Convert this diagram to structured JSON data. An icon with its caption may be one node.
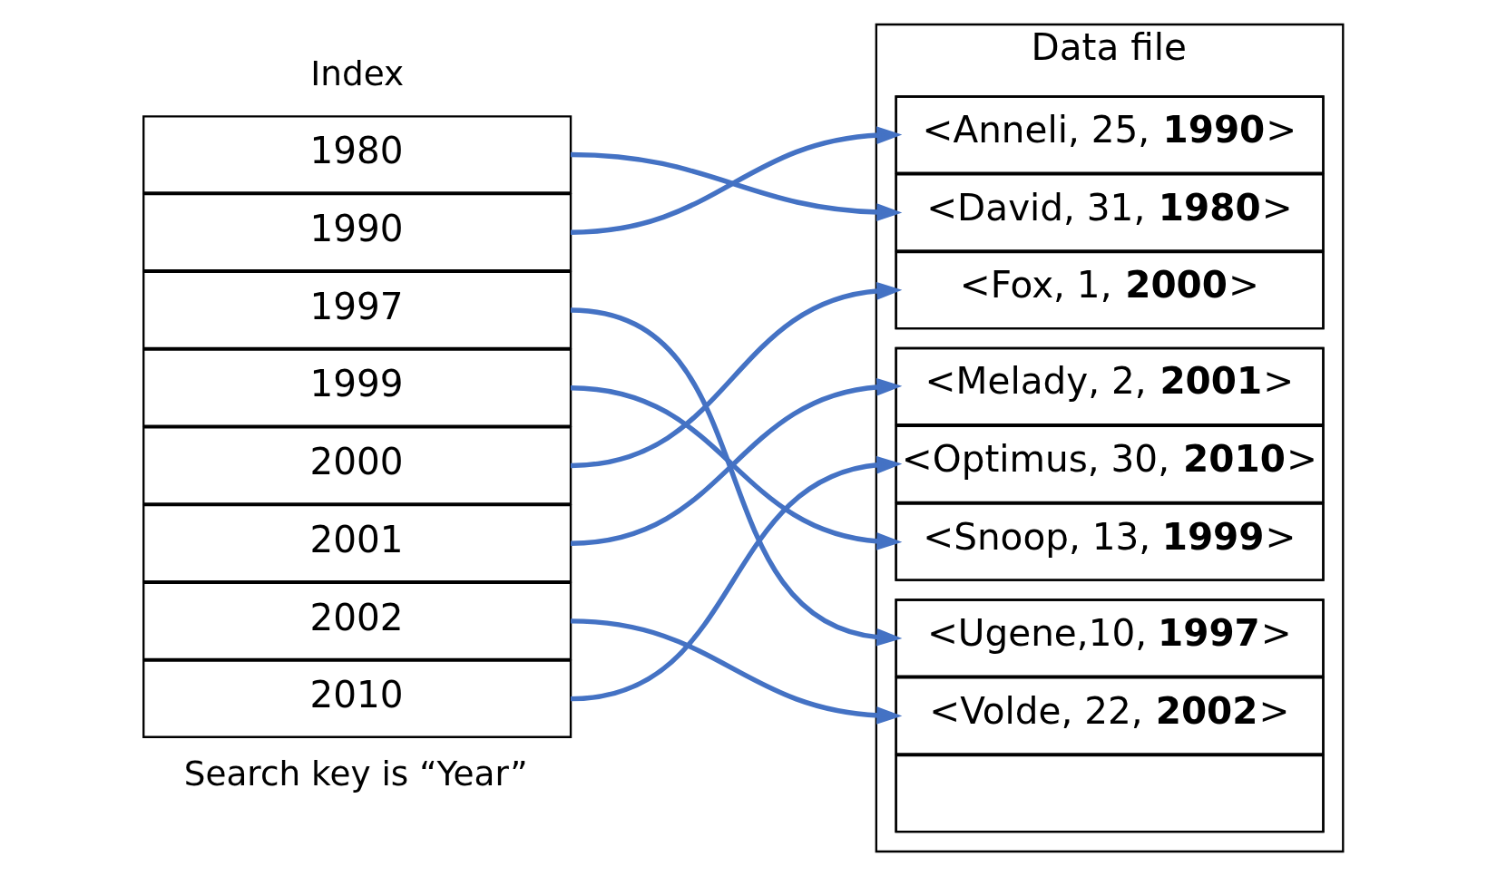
{
  "diagram": {
    "nodes": [
      {
        "text": [
          "1980"
        ]
      },
      {
        "text": [
          "1990"
        ]
      },
      {
        "text": [
          "1997"
        ]
      },
      {
        "text": [
          "1999"
        ]
      },
      {
        "text": [
          "2000"
        ]
      },
      {
        "text": [
          "2001"
        ]
      },
      {
        "text": [
          "2002"
        ]
      },
      {
        "text": [
          "2010"
        ]
      },
      {
        "text": [
          "Data file"
        ]
      },
      {
        "text": [],
        "shape": "box",
        "in": 8
      },
      {
        "text": [
          "<Anneli, 25, **1990**>"
        ],
        "in": 9
      },
      {
        "text": [
          "<David, 31, **1980**>"
        ],
        "in": 9
      },
      {
        "text": [
          "<Fox, 1, **2000**>"
        ],
        "in": 9
      },
      {
        "text": [],
        "shape": "box",
        "in": 8
      },
      {
        "text": [
          "<Melady, 2, **2001**>"
        ],
        "in": 13
      },
      {
        "text": [
          "<Optimus, 30, **2010**>"
        ],
        "in": 13
      },
      {
        "text": [
          "<Snoop, 13, **1999**>"
        ],
        "in": 13
      },
      {
        "text": [],
        "shape": "box",
        "in": 8
      },
      {
        "text": [
          "<Ugene,10, **1997**>"
        ],
        "in": 17
      },
      {
        "text": [
          "<Volde, 22, **2002**>"
        ],
        "in": 17
      },
      {
        "text": [],
        "shape": "box",
        "in": 17
      }
    ],
    "edges": [
      {
        "from": 0,
        "to": 11,
        "arrow": "to"
      },
      {
        "from": 1,
        "to": 10,
        "arrow": "to"
      },
      {
        "from": 2,
        "to": 18,
        "arrow": "to"
      },
      {
        "from": 3,
        "to": 16,
        "arrow": "to"
      },
      {
        "from": 4,
        "to": 12,
        "arrow": "to"
      },
      {
        "from": 5,
        "to": 14,
        "arrow": "to"
      },
      {
        "from": 6,
        "to": 19,
        "arrow": "to"
      },
      {
        "from": 7,
        "to": 15,
        "arrow": "to"
      }
    ],
    "labels": [
      "Index",
      "Search key is “Year”"
    ]
  }
}
